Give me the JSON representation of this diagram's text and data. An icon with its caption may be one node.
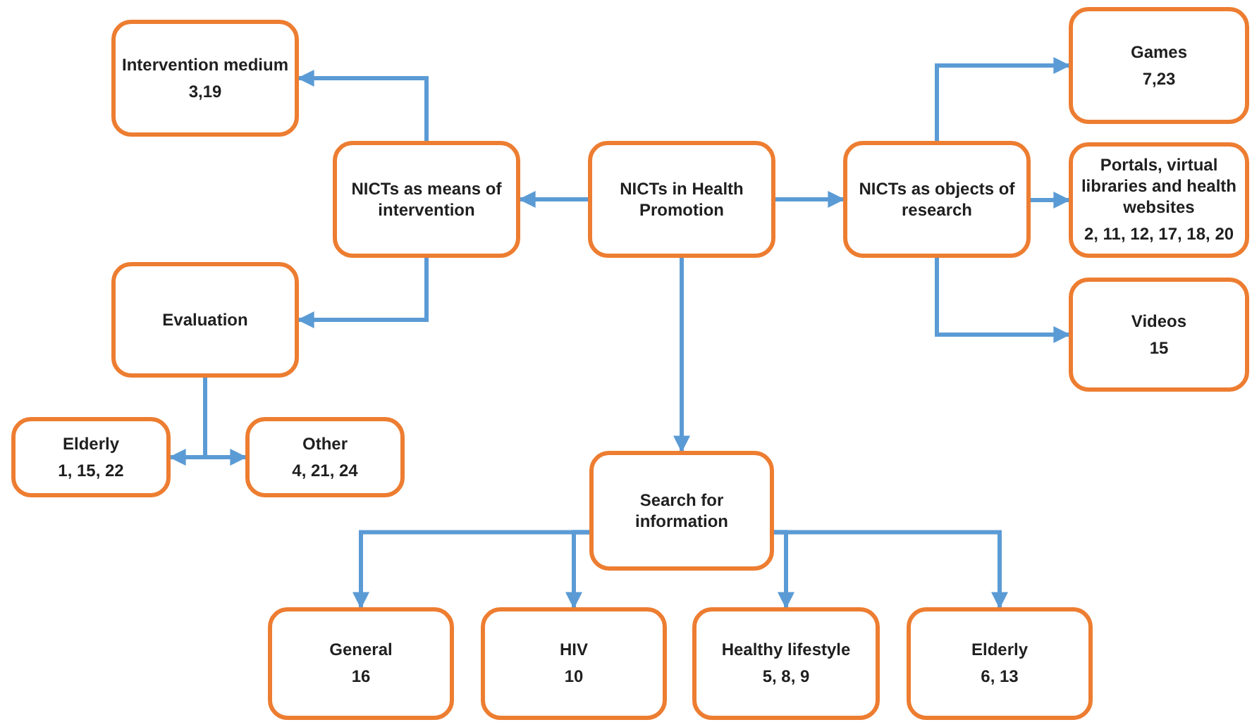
{
  "diagram": {
    "nodes": [
      {
        "text": [
          "NICTs in Health Promotion"
        ]
      },
      {
        "text": [
          "NICTs as means of intervention"
        ]
      },
      {
        "text": [
          "Intervention medium",
          "3,19"
        ]
      },
      {
        "text": [
          "Evaluation"
        ]
      },
      {
        "text": [
          "Elderly",
          "1, 15, 22"
        ]
      },
      {
        "text": [
          "Other",
          "4, 21, 24"
        ]
      },
      {
        "text": [
          "NICTs as objects of research"
        ]
      },
      {
        "text": [
          "Games",
          "7,23"
        ]
      },
      {
        "text": [
          "Portals, virtual libraries and health websites",
          "2, 11, 12, 17, 18, 20"
        ]
      },
      {
        "text": [
          "Videos",
          "15"
        ]
      },
      {
        "text": [
          "Search for information"
        ]
      },
      {
        "text": [
          "General",
          "16"
        ]
      },
      {
        "text": [
          "HIV",
          "10"
        ]
      },
      {
        "text": [
          "Healthy lifestyle",
          "5, 8, 9"
        ]
      },
      {
        "text": [
          "Elderly",
          "6, 13"
        ]
      }
    ],
    "edges": [
      {
        "from": 0,
        "to": 1,
        "arrow": "to"
      },
      {
        "from": 0,
        "to": 6,
        "arrow": "to"
      },
      {
        "from": 0,
        "to": 10,
        "arrow": "to"
      },
      {
        "from": 1,
        "to": 2,
        "arrow": "to"
      },
      {
        "from": 1,
        "to": 3,
        "arrow": "to"
      },
      {
        "from": 3,
        "to": 4,
        "arrow": "to"
      },
      {
        "from": 3,
        "to": 5,
        "arrow": "to"
      },
      {
        "from": 6,
        "to": 7,
        "arrow": "to"
      },
      {
        "from": 6,
        "to": 8,
        "arrow": "to"
      },
      {
        "from": 6,
        "to": 9,
        "arrow": "to"
      },
      {
        "from": 10,
        "to": 11,
        "arrow": "to"
      },
      {
        "from": 10,
        "to": 12,
        "arrow": "to"
      },
      {
        "from": 10,
        "to": 13,
        "arrow": "to"
      },
      {
        "from": 10,
        "to": 14,
        "arrow": "to"
      }
    ]
  }
}
